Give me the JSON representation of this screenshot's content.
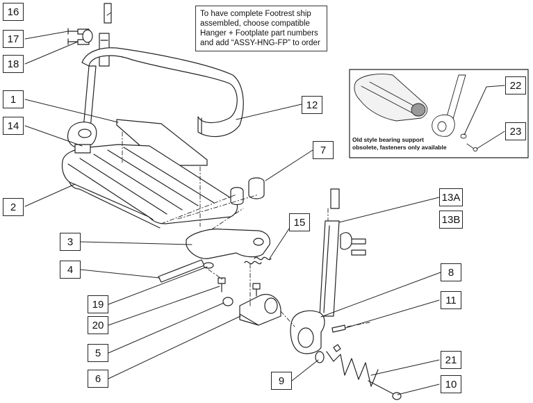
{
  "note_lines": [
    "To have complete Footrest ship",
    "assembled, choose compatible",
    "Hanger + Footplate part numbers",
    "and add “ASSY-HNG-FP” to order"
  ],
  "inset_caption_lines": [
    "Old style bearing support",
    "obsolete, fasteners only available"
  ],
  "callouts": {
    "c1": "1",
    "c2": "2",
    "c3": "3",
    "c4": "4",
    "c5": "5",
    "c6": "6",
    "c7": "7",
    "c8": "8",
    "c9": "9",
    "c10": "10",
    "c11": "11",
    "c12": "12",
    "c13a": "13A",
    "c13b": "13B",
    "c14": "14",
    "c15": "15",
    "c16": "16",
    "c17": "17",
    "c18": "18",
    "c19": "19",
    "c20": "20",
    "c21": "21",
    "c22": "22",
    "c23": "23"
  }
}
